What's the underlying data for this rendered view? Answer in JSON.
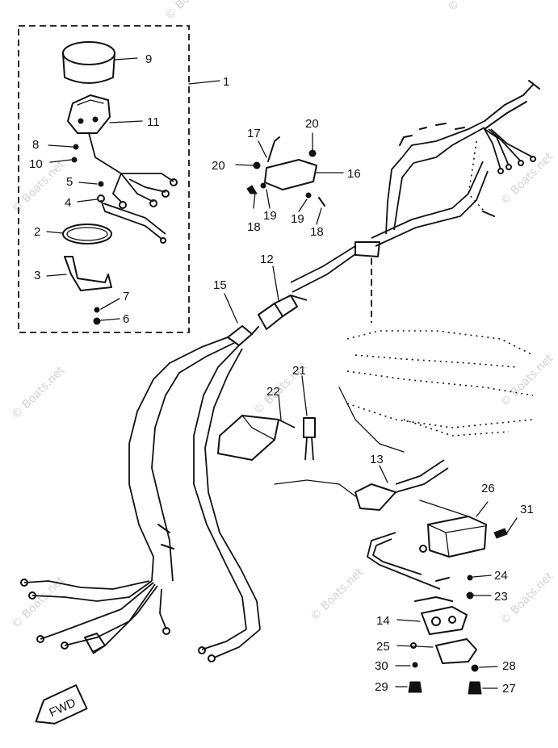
{
  "watermark": "© Boats.net",
  "fwd_label": "FWD",
  "callouts": {
    "c1": "1",
    "c2": "2",
    "c3": "3",
    "c4": "4",
    "c5": "5",
    "c6": "6",
    "c7": "7",
    "c8": "8",
    "c9": "9",
    "c10": "10",
    "c11": "11",
    "c12": "12",
    "c13": "13",
    "c14": "14",
    "c15": "15",
    "c16": "16",
    "c17": "17",
    "c18a": "18",
    "c18b": "18",
    "c19a": "19",
    "c19b": "19",
    "c20a": "20",
    "c20b": "20",
    "c21": "21",
    "c22": "22",
    "c23": "23",
    "c24": "24",
    "c25": "25",
    "c26": "26",
    "c27": "27",
    "c28": "28",
    "c29": "29",
    "c30": "30",
    "c31": "31"
  }
}
